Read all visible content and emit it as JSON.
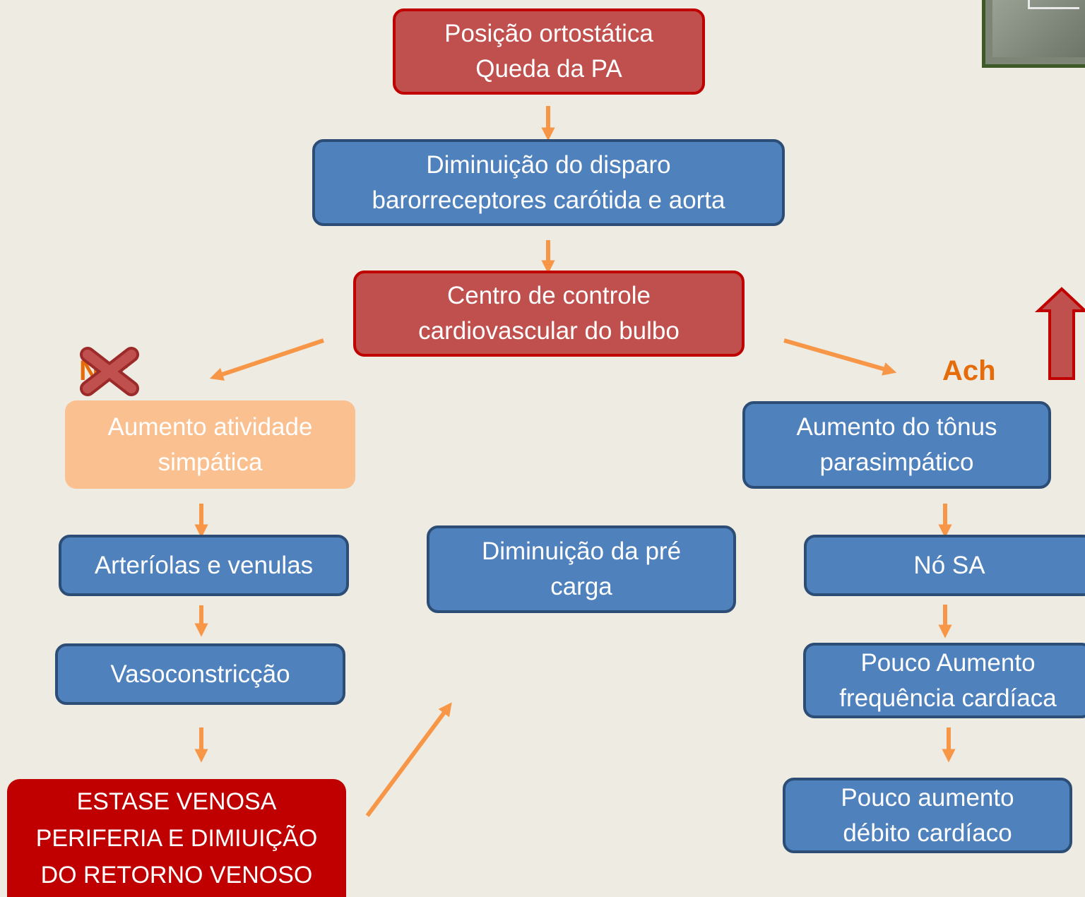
{
  "nodes": {
    "posicao": {
      "line1": "Posição ortostática",
      "line2": "Queda da PA"
    },
    "diminuicao_disparo": {
      "line1": "Diminuição do disparo",
      "line2": "barorreceptores carótida e aorta"
    },
    "centro_controle": {
      "line1": "Centro de controle",
      "line2": "cardiovascular do bulbo"
    },
    "aumento_simpatica": {
      "line1": "Aumento atividade",
      "line2": "simpática"
    },
    "arteriolas": {
      "line1": "Arteríolas e venulas"
    },
    "vasoconstriccao": {
      "line1": "Vasoconstricção"
    },
    "estase": {
      "line1": "ESTASE VENOSA",
      "line2": "PERIFERIA E DIMIUIÇÃO",
      "line3": "DO RETORNO VENOSO"
    },
    "pre_carga": {
      "line1": "Diminuição da pré",
      "line2": "carga"
    },
    "parasimpatico": {
      "line1": "Aumento do tônus",
      "line2": "parasimpático"
    },
    "no_sa": {
      "line1": "Nó SA"
    },
    "frequencia": {
      "line1": "Pouco Aumento",
      "line2": "frequência cardíaca"
    },
    "debito": {
      "line1": "Pouco aumento",
      "line2": "débito cardíaco"
    }
  },
  "labels": {
    "ach": "Ach",
    "sympathetic_neurotransmitter_crossed": "Nor"
  },
  "colors": {
    "background": "#eeebe2",
    "red_box": "#c0504d",
    "blue_box": "#4f81bd",
    "peach_box": "#fac090",
    "dark_red_box": "#c00000",
    "arrow_orange": "#f79646",
    "label_orange": "#e46c0a",
    "cross_red": "#c0504d",
    "up_arrow_red": "#c0504d"
  },
  "icons": {
    "cross": "x-cross-icon",
    "up_arrow": "up-arrow-icon"
  }
}
